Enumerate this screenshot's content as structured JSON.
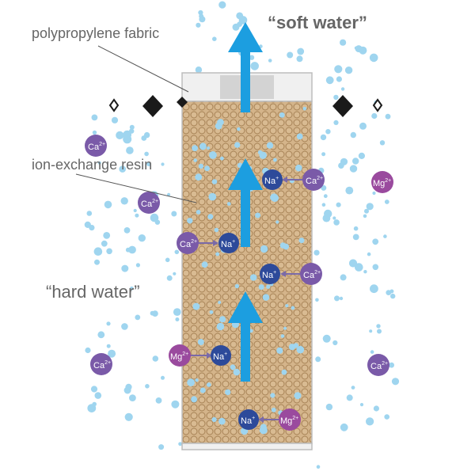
{
  "labels": {
    "soft_water": "“soft water”",
    "polypropylene": "polypropylene fabric",
    "resin": "ion-exchange resin",
    "hard_water": "“hard water”"
  },
  "ions": {
    "ca": "Ca",
    "mg": "Mg",
    "na": "Na",
    "ca_charge": "2+",
    "mg_charge": "2+",
    "na_charge": "+"
  },
  "colors": {
    "bubble": "#9fd5ef",
    "arrow": "#1c9ee0",
    "resin_bg": "#d4b48a",
    "resin_bead": "#b89060",
    "ca": "#7a5aa8",
    "mg": "#9a4a9e",
    "na": "#2d4a9a",
    "diamond": "#1a1a1a",
    "label": "#666666"
  },
  "icons": {
    "bubble": "water-bubble-icon",
    "diamond": "diamond-marker-icon"
  }
}
